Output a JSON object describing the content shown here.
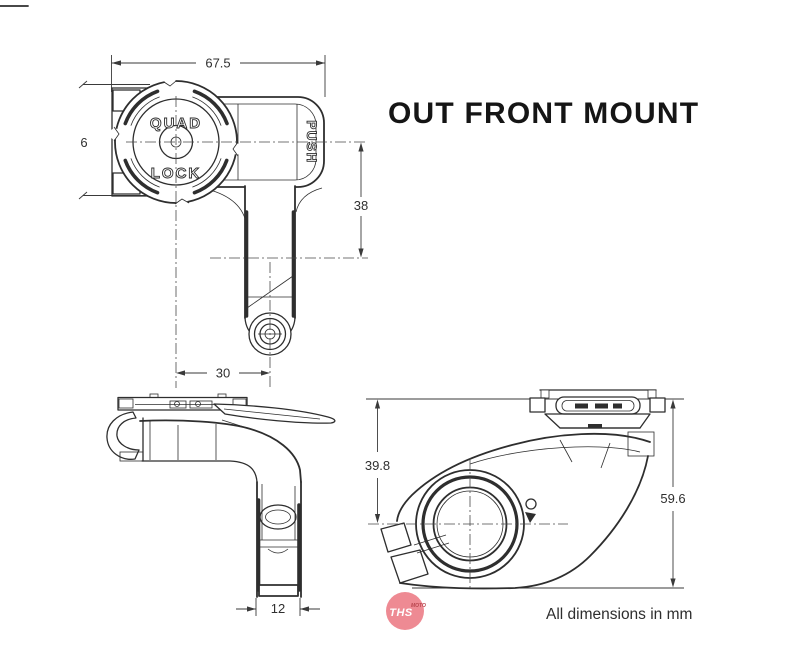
{
  "title": "OUT FRONT MOUNT",
  "footer": "All dimensions in mm",
  "watermark": {
    "primary": "THS",
    "secondary": "MOTO"
  },
  "colors": {
    "line": "#2e2e2e",
    "dimension": "#3a3a3a",
    "watermark_bg": "#ee8a93",
    "watermark_text": "#ffffff",
    "watermark_accent": "#b8454e"
  },
  "front_view": {
    "dim_width": "67.5",
    "dim_height": "38",
    "dim_offset": "30",
    "dim_left": "6",
    "logo_top": "QUAD",
    "logo_bottom": "LOCK",
    "push_label": "PUSH"
  },
  "side_view": {
    "dim_arm": "12"
  },
  "profile_view": {
    "dim_drop": "39.8",
    "dim_total": "59.6"
  }
}
